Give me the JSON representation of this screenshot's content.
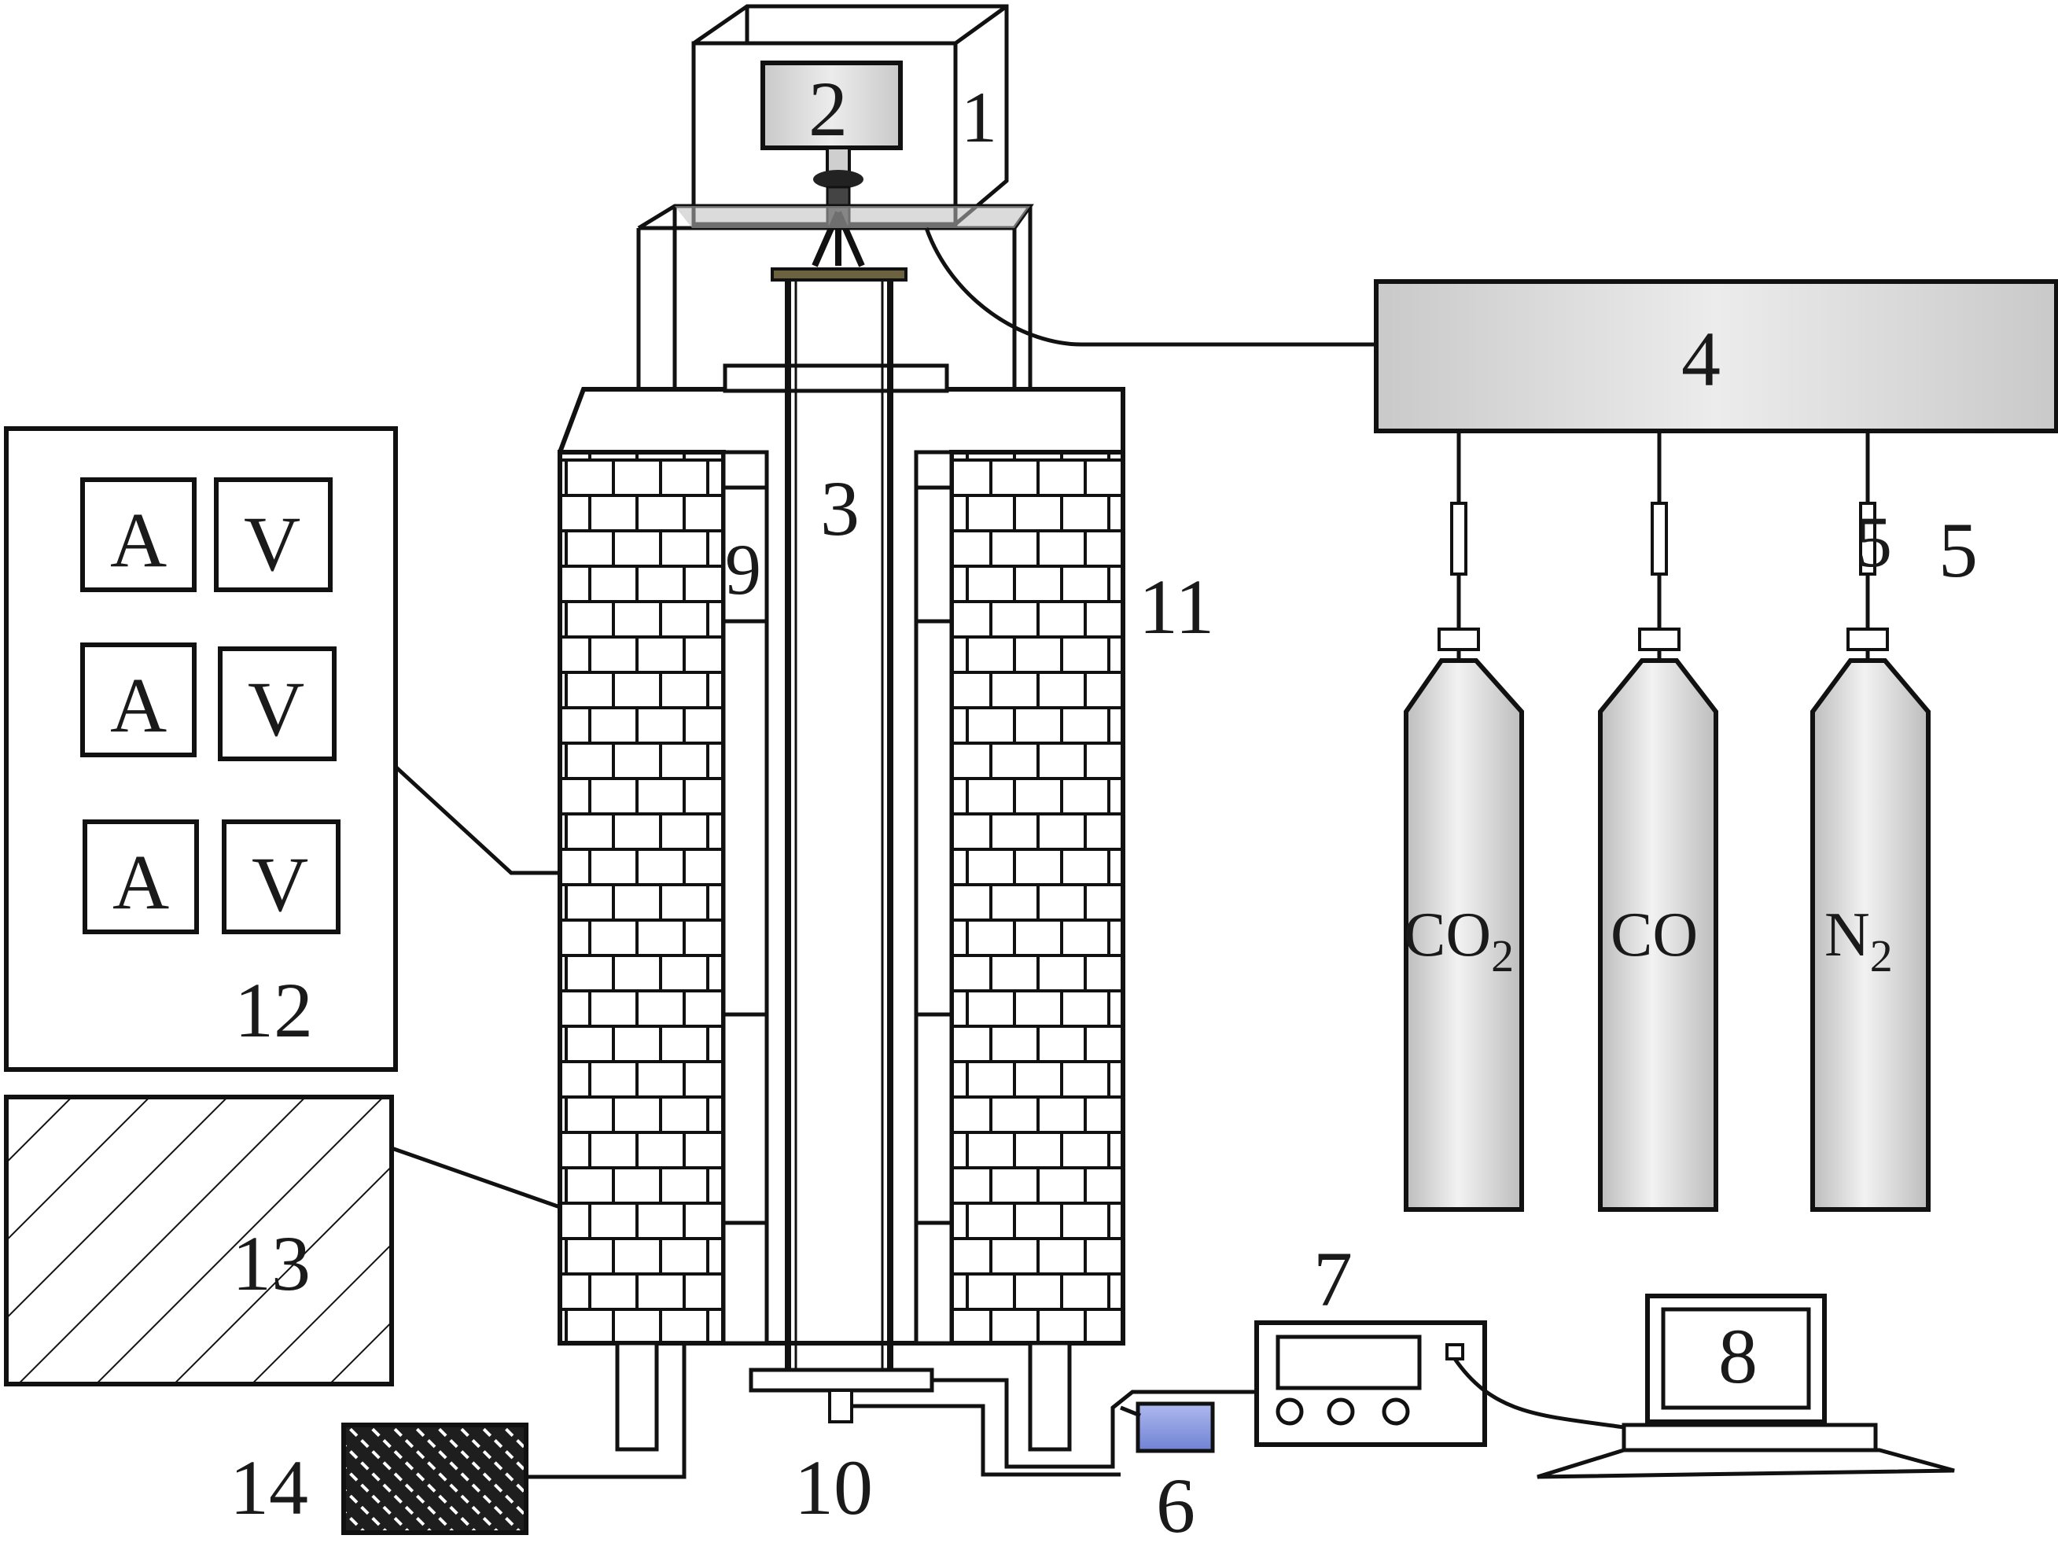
{
  "labels": {
    "n1": "1",
    "n2": "2",
    "n3": "3",
    "n4": "4",
    "n5": "5",
    "n5b": "5",
    "n6": "6",
    "n7": "7",
    "n8": "8",
    "n9": "9",
    "n10": "10",
    "n11": "11",
    "n12": "12",
    "n13": "13",
    "n14": "14"
  },
  "meters": {
    "ammeter": "A",
    "voltmeter": "V"
  },
  "gases": {
    "co2_main": "CO",
    "co2_sub": "2",
    "co": "CO",
    "n2_main": "N",
    "n2_sub": "2"
  },
  "colors": {
    "line": "#111111",
    "gray_fill": "#d6d6d6",
    "blue_fill": "#8a9be0",
    "dark_fill": "#444444"
  }
}
